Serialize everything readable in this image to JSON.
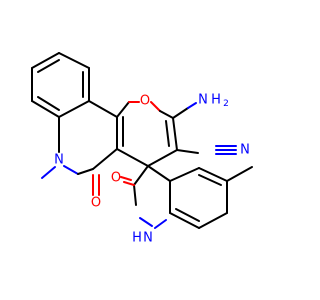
{
  "molecule": {
    "atoms": {
      "o_ring": "O",
      "n_amine": "N",
      "h2_amine": "H",
      "h2_sub": "2",
      "n_nitrile": "N",
      "n_quinolinone": "N",
      "o_quinolinone": "O",
      "o_oxindole": "O",
      "n_oxindole": "N",
      "h_oxindole": "H"
    },
    "colors": {
      "carbon": "#000000",
      "nitrogen": "#0000ff",
      "oxygen": "#ff0000"
    }
  }
}
